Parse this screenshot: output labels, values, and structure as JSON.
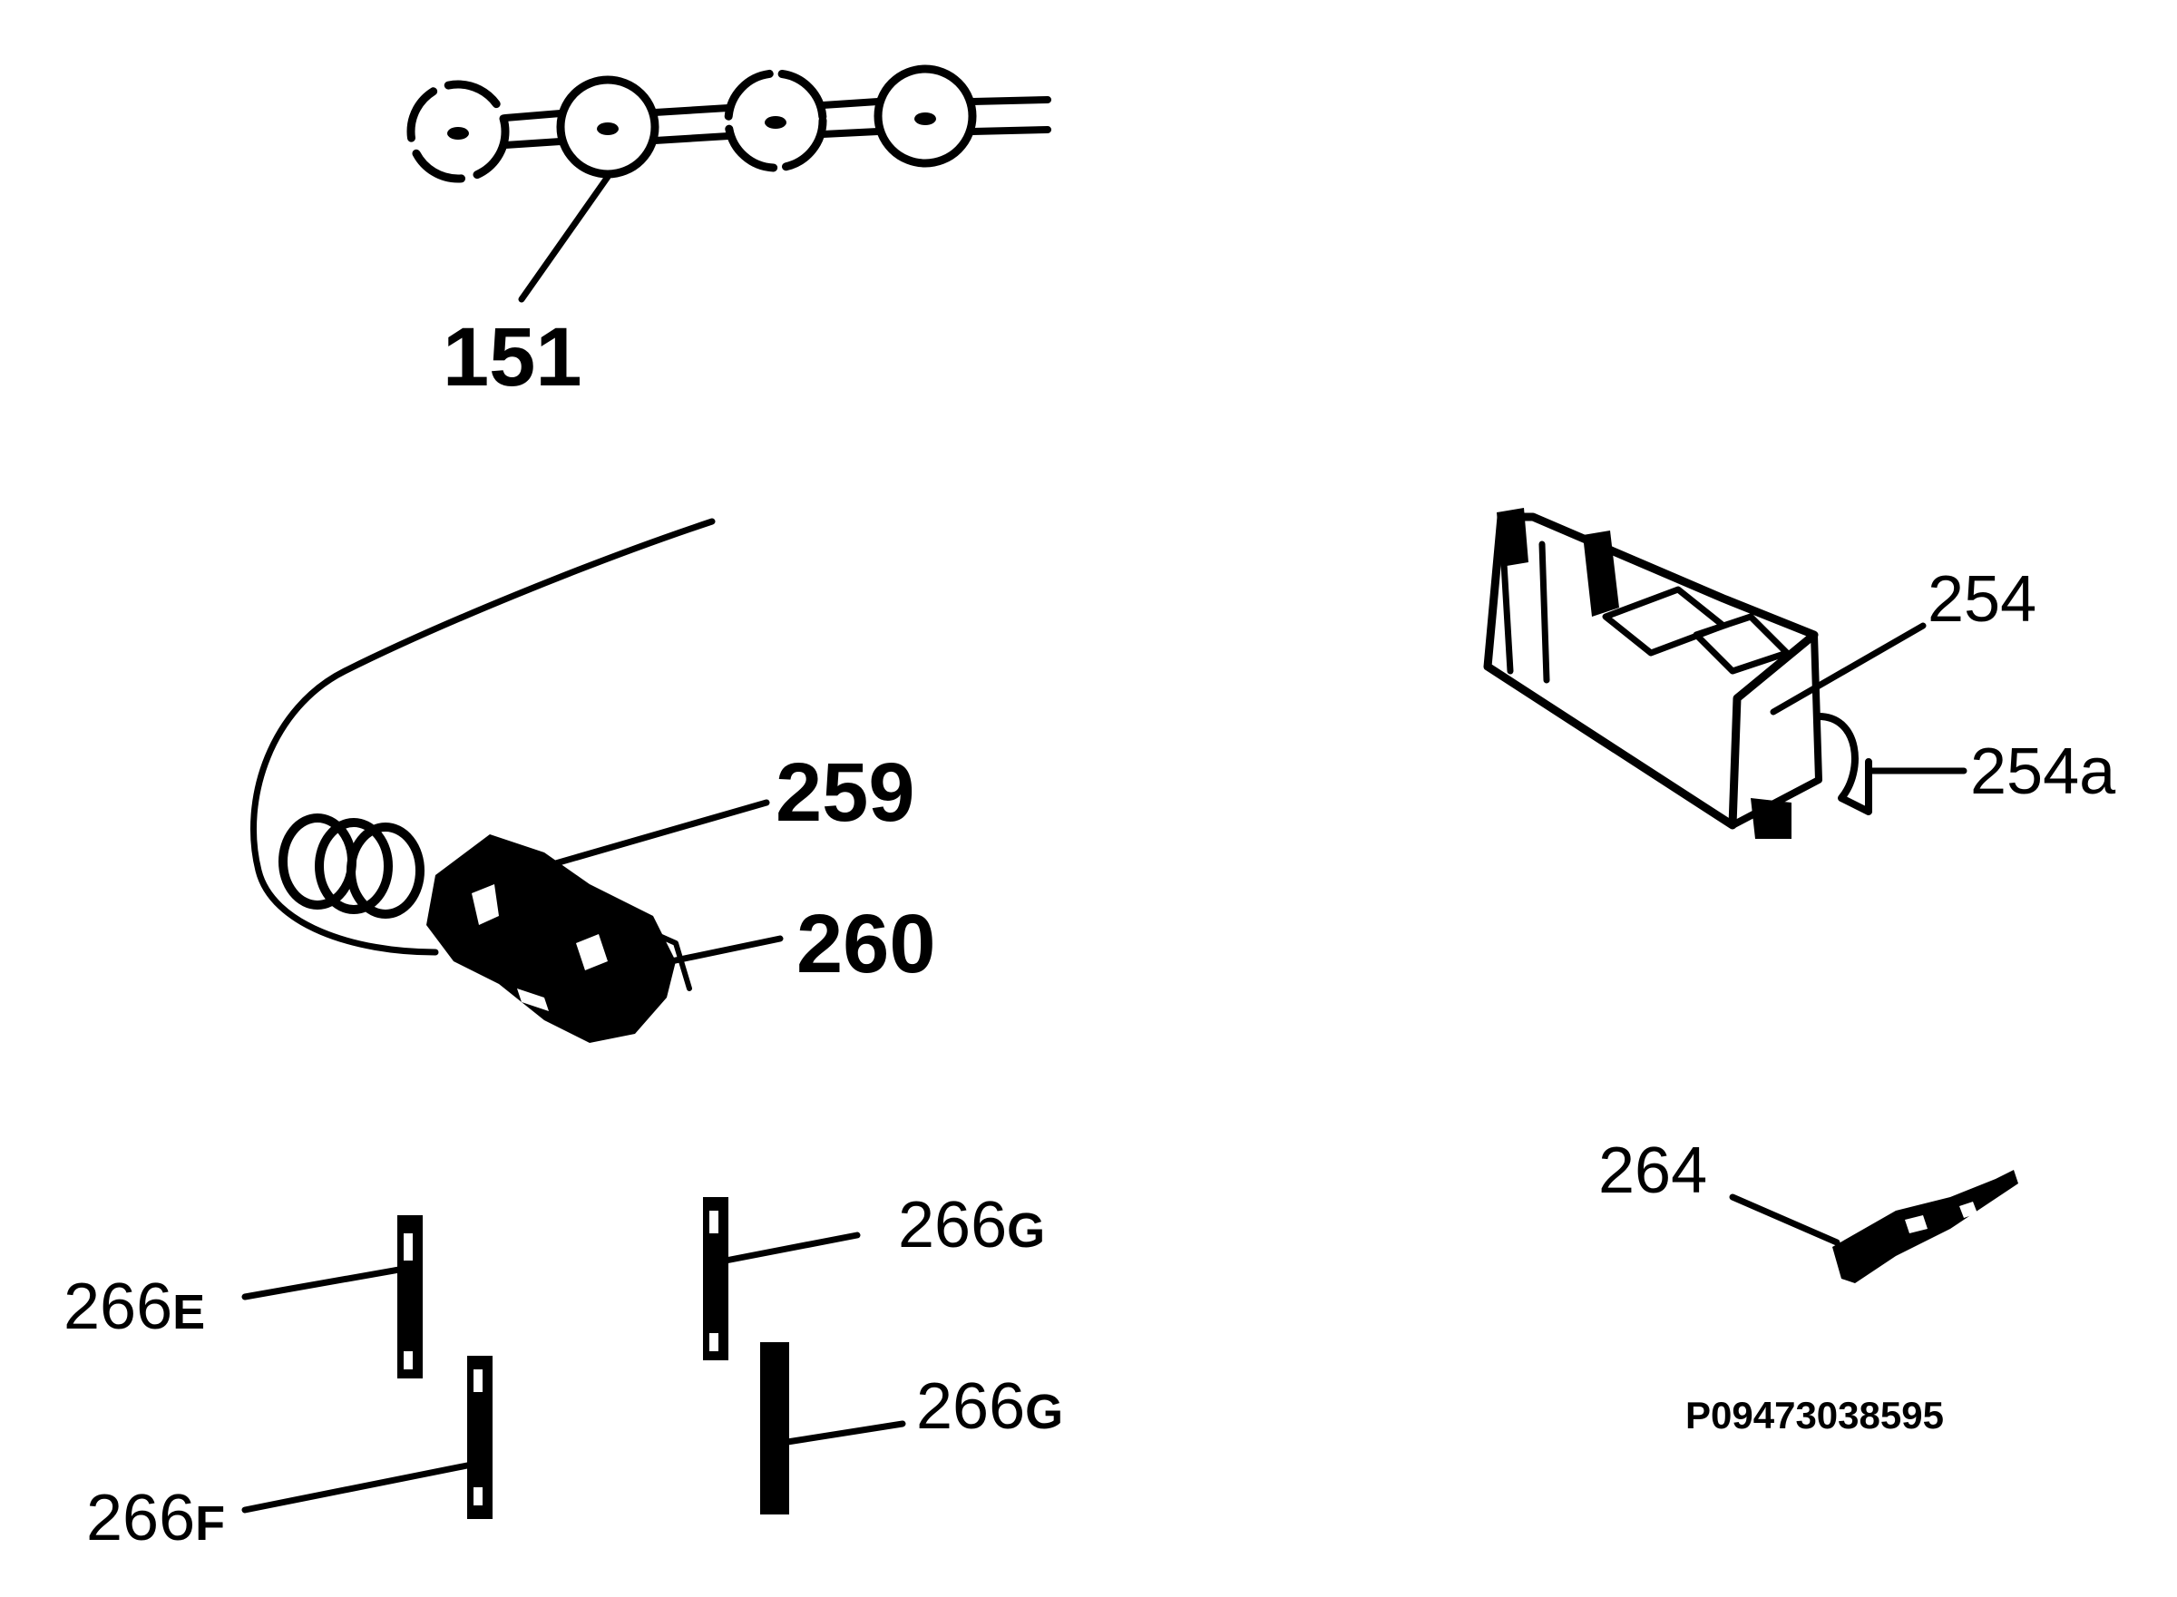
{
  "diagram": {
    "figure_code": "P09473038595",
    "callouts": {
      "c151": {
        "text": "151"
      },
      "c254": {
        "text": "254"
      },
      "c254a": {
        "text": "254a"
      },
      "c259": {
        "text": "259"
      },
      "c260": {
        "text": "260"
      },
      "c264": {
        "text": "264"
      },
      "c266e": {
        "text": "266",
        "suffix": "E"
      },
      "c266f": {
        "text": "266",
        "suffix": "F"
      },
      "c266g1": {
        "text": "266",
        "suffix": "G"
      },
      "c266g2": {
        "text": "266",
        "suffix": "G"
      }
    },
    "colors": {
      "ink": "#000000",
      "paper": "#ffffff"
    }
  }
}
